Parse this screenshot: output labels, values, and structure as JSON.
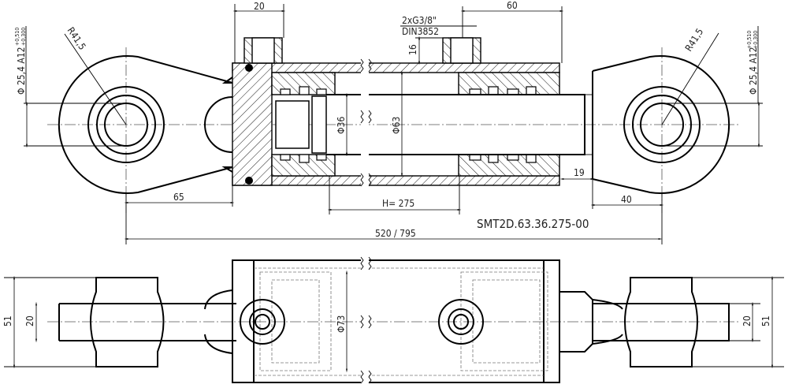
{
  "drawing": {
    "part_number": "SMT2D.63.36.275-00",
    "top_view": {
      "dim_port_offset": "20",
      "port_thread": "2xG3/8\"",
      "port_standard": "DIN3852",
      "dim_port_height": "16",
      "dim_rod_port": "60",
      "eye_radius_left": "R41,5",
      "eye_radius_right": "R41,5",
      "pin_diameter_left": "Φ 25,4 A12",
      "pin_diameter_right": "Φ 25,4 A12",
      "pin_tol_upper": "+0,510",
      "pin_tol_lower": "+0,300",
      "rod_diameter": "Φ36",
      "bore_diameter": "Φ63",
      "dim_left_eye": "65",
      "stroke": "H= 275",
      "dim_rod_gap": "19",
      "dim_right_eye": "40",
      "overall_length": "520 / 795"
    },
    "bottom_view": {
      "eye_width_left": "51",
      "rod_width_left": "20",
      "tube_diameter": "Φ73",
      "rod_width_right": "20",
      "eye_width_right": "51"
    }
  }
}
